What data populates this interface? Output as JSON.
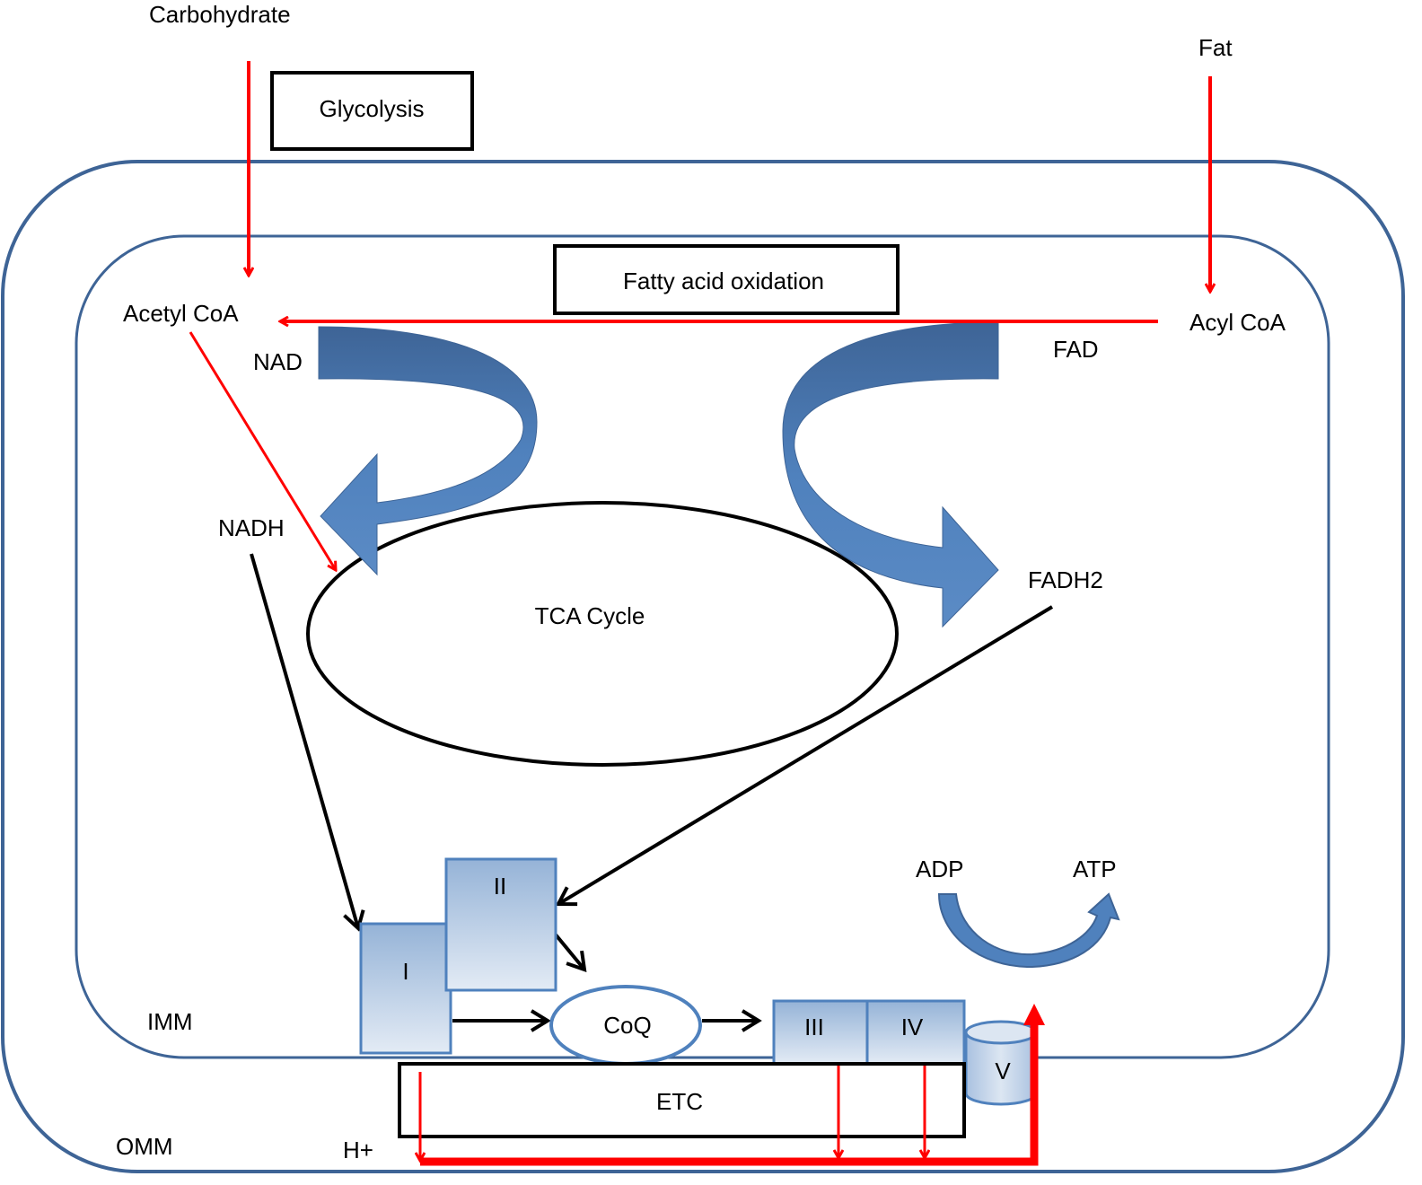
{
  "labels": {
    "carbohydrate": "Carbohydrate",
    "fat": "Fat",
    "glycolysis": "Glycolysis",
    "fatty_acid_oxidation": "Fatty acid oxidation",
    "acetyl_coa": "Acetyl CoA",
    "acyl_coa": "Acyl CoA",
    "nad": "NAD",
    "fad": "FAD",
    "nadh": "NADH",
    "fadh2": "FADH2",
    "tca_cycle": "TCA Cycle",
    "complex_i": "I",
    "complex_ii": "II",
    "complex_iii": "III",
    "complex_iv": "IV",
    "complex_v": "V",
    "coq": "CoQ",
    "etc": "ETC",
    "adp": "ADP",
    "atp": "ATP",
    "imm": "IMM",
    "omm": "OMM",
    "h_plus": "H+"
  },
  "colors": {
    "membrane": "#3E6496",
    "red_arrow": "#FF0000",
    "black_arrow": "#000000",
    "big_arrow_dark": "#3E6496",
    "big_arrow_light": "#4F81BD",
    "complex_top": "#95B3D7",
    "complex_bottom": "#DCE6F2",
    "complex_stroke": "#4F81BD"
  }
}
